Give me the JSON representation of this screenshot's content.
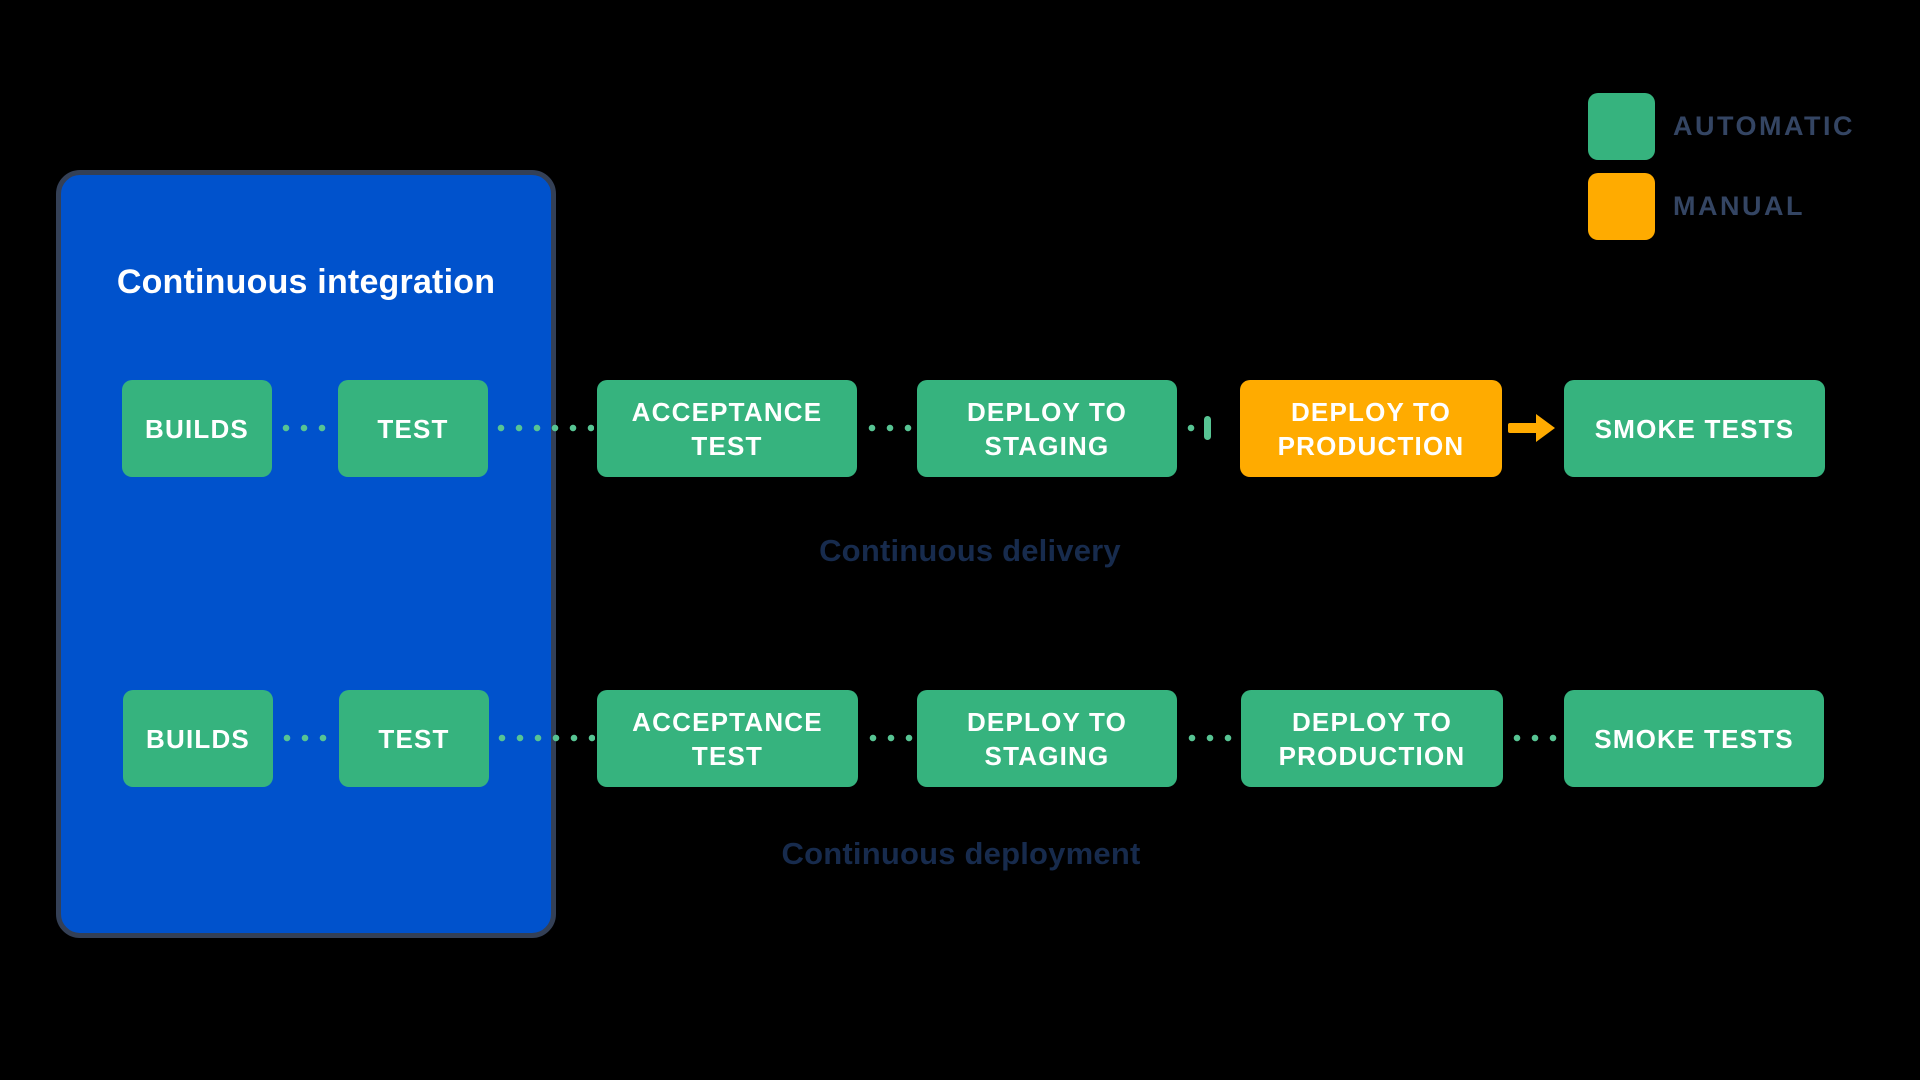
{
  "colors": {
    "automatic": "#36B37E",
    "manual": "#FFAB00",
    "connector": "#57C493",
    "container": "#0052CC",
    "container_border": "#344056",
    "title_text": "#FFFFFF",
    "row_label": "#172B4D",
    "legend_text": "#344563",
    "background": "#000000"
  },
  "legend": {
    "items": [
      {
        "label": "AUTOMATIC",
        "type": "automatic",
        "color": "#36B37E"
      },
      {
        "label": "MANUAL",
        "type": "manual",
        "color": "#FFAB00"
      }
    ]
  },
  "container": {
    "title": "Continuous integration"
  },
  "pipelines": [
    {
      "id": "continuous-delivery",
      "label": "Continuous delivery",
      "stages": [
        {
          "label": "BUILDS",
          "type": "automatic"
        },
        {
          "label": "TEST",
          "type": "automatic"
        },
        {
          "label": "ACCEPTANCE TEST",
          "type": "automatic"
        },
        {
          "label": "DEPLOY TO STAGING",
          "type": "automatic"
        },
        {
          "label": "DEPLOY TO PRODUCTION",
          "type": "manual"
        },
        {
          "label": "SMOKE TESTS",
          "type": "automatic"
        }
      ]
    },
    {
      "id": "continuous-deployment",
      "label": "Continuous deployment",
      "stages": [
        {
          "label": "BUILDS",
          "type": "automatic"
        },
        {
          "label": "TEST",
          "type": "automatic"
        },
        {
          "label": "ACCEPTANCE TEST",
          "type": "automatic"
        },
        {
          "label": "DEPLOY TO STAGING",
          "type": "automatic"
        },
        {
          "label": "DEPLOY TO PRODUCTION",
          "type": "automatic"
        },
        {
          "label": "SMOKE TESTS",
          "type": "automatic"
        }
      ]
    }
  ]
}
